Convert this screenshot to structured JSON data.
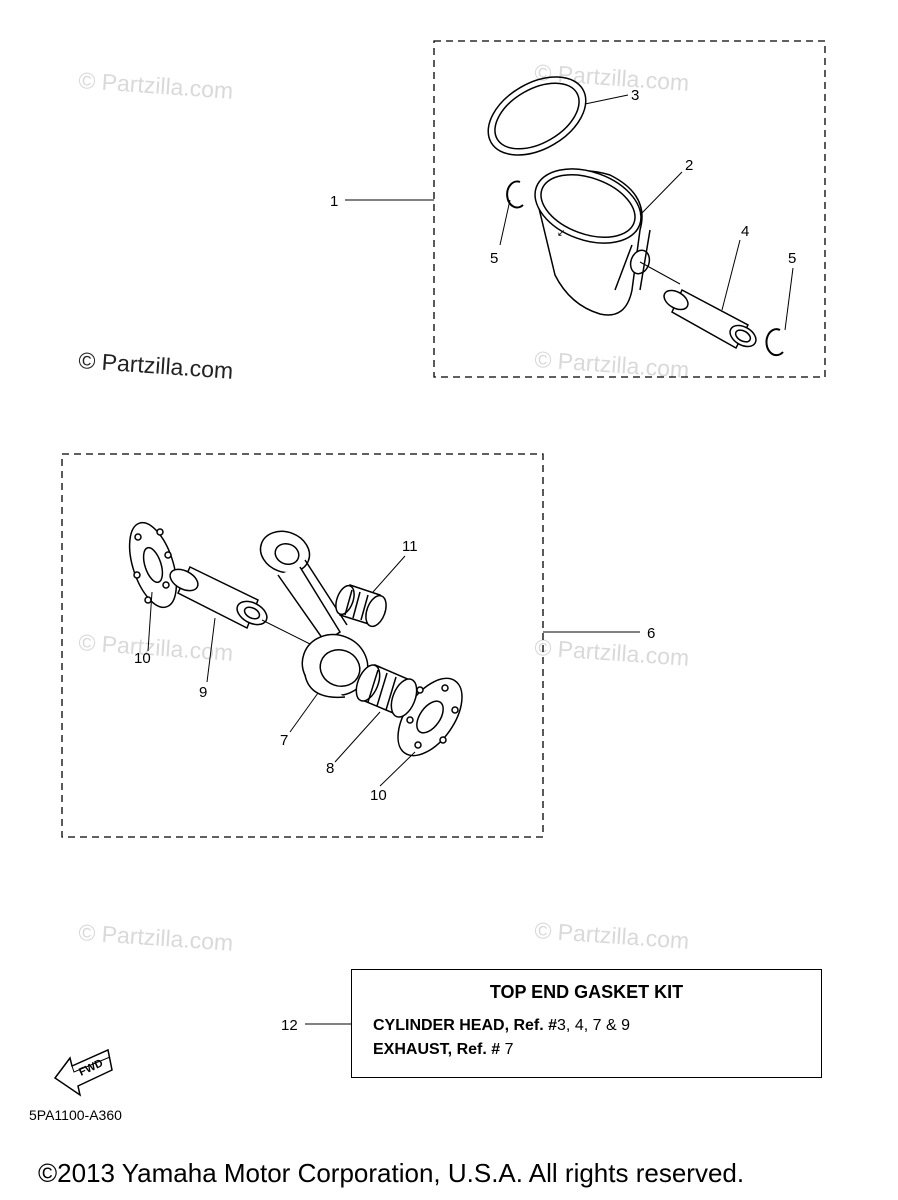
{
  "callouts": {
    "c1": "1",
    "c2": "2",
    "c3": "3",
    "c4": "4",
    "c5a": "5",
    "c5b": "5",
    "c6": "6",
    "c7": "7",
    "c8": "8",
    "c9": "9",
    "c10a": "10",
    "c10b": "10",
    "c11": "11",
    "c12": "12"
  },
  "watermark": {
    "text": "© Partzilla.com"
  },
  "arrow_label": "FWD",
  "gasket_kit": {
    "title": "TOP END GASKET KIT",
    "line1_label": "CYLINDER HEAD, Ref. #",
    "line1_refs": "3, 4, 7 & 9",
    "line2_label": "EXHAUST, Ref. #",
    "line2_refs": "7"
  },
  "diagram_code": "5PA1100-A360",
  "copyright": "©2013  Yamaha Motor Corporation, U.S.A. All rights reserved."
}
